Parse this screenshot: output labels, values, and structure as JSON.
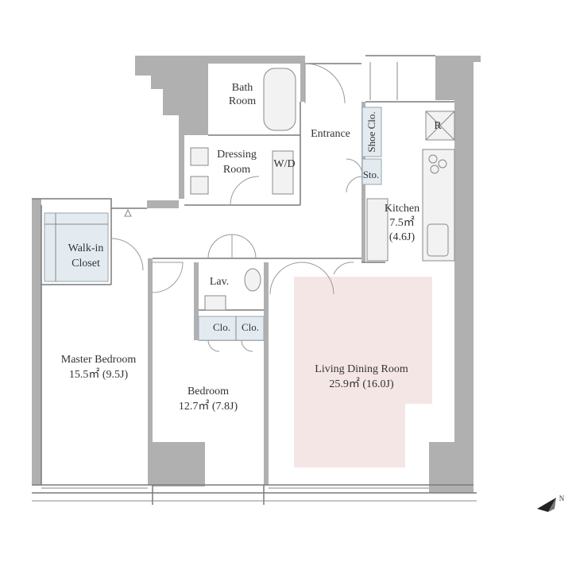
{
  "rooms": {
    "bath": [
      "Bath",
      "Room"
    ],
    "dressing": [
      "Dressing",
      "Room"
    ],
    "wd": "W/D",
    "entrance": "Entrance",
    "shoe_clo": "Shoe Clo.",
    "sto": "Sto.",
    "refrigerator": "R",
    "kitchen": [
      "Kitchen",
      "7.5㎡",
      "(4.6J)"
    ],
    "walk_in_closet": [
      "Walk-in",
      "Closet"
    ],
    "lav": "Lav.",
    "clo_1": "Clo.",
    "clo_2": "Clo.",
    "master_bedroom": [
      "Master Bedroom",
      "15.5㎡ (9.5J)"
    ],
    "bedroom": [
      "Bedroom",
      "12.7㎡ (7.8J)"
    ],
    "living_dining": [
      "Living Dining Room",
      "25.9㎡ (16.0J)"
    ]
  },
  "compass": {
    "label": "N"
  },
  "colors": {
    "wall": "#b0b0b0",
    "living_highlight": "#f5e6e6",
    "closet": "#e3ebf1",
    "line": "#7a7a7a"
  }
}
